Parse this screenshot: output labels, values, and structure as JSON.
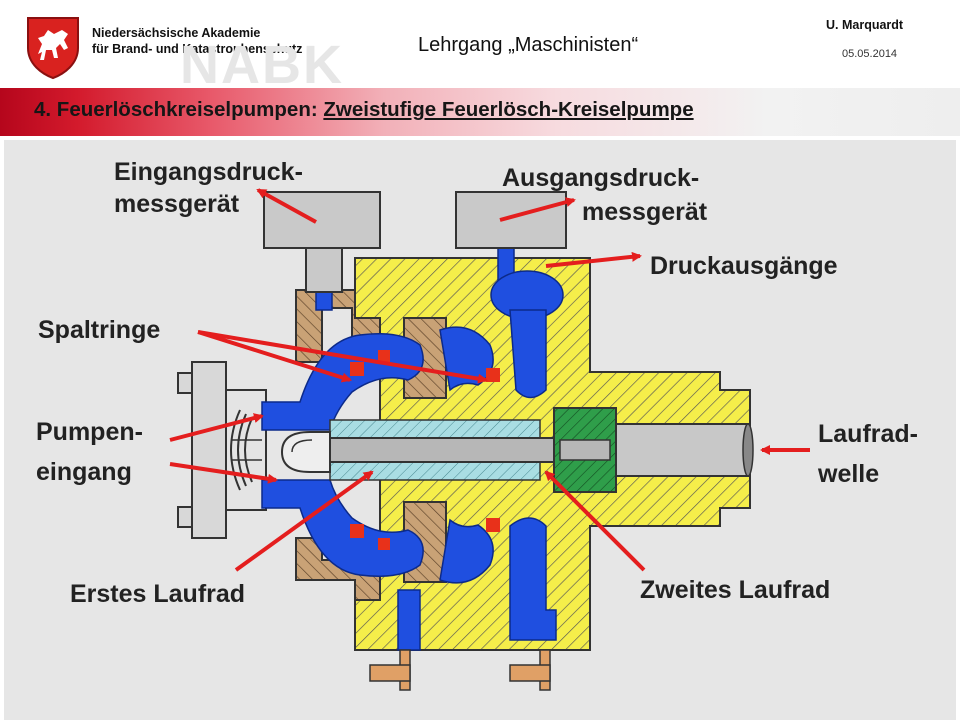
{
  "header": {
    "institution_line1": "Niedersächsische Akademie",
    "institution_line2": "für Brand- und Katastrophenschutz",
    "watermark": "NABK",
    "course": "Lehrgang „Maschinisten“",
    "author": "U. Marquardt",
    "date": "05.05.2014"
  },
  "title": {
    "prefix": "4. Feuerlöschkreiselpumpen: ",
    "link": "Zweistufige Feuerlösch-Kreiselpumpe"
  },
  "diagram": {
    "labels": {
      "eingangsdruck_1": "Eingangsdruck-",
      "eingangsdruck_2": "messgerät",
      "ausgangsdruck_1": "Ausgangsdruck-",
      "ausgangsdruck_2": "messgerät",
      "druckausgaenge": "Druckausgänge",
      "spaltringe": "Spaltringe",
      "pumpeneingang_1": "Pumpen-",
      "pumpeneingang_2": "eingang",
      "laufradwelle_1": "Laufrad-",
      "laufradwelle_2": "welle",
      "erstes_laufrad": "Erstes Laufrad",
      "zweites_laufrad": "Zweites Laufrad"
    },
    "colors": {
      "water": "#1f4fe0",
      "housing": "#f5ee4a",
      "cast_part": "#c9a276",
      "shaft": "#b7b7b7",
      "impeller_hub": "#a9dde3",
      "seal_ring": "#e8311a",
      "coupling": "#2f9e4a",
      "drain": "#e0a066",
      "arrow": "#e41e1e"
    }
  }
}
